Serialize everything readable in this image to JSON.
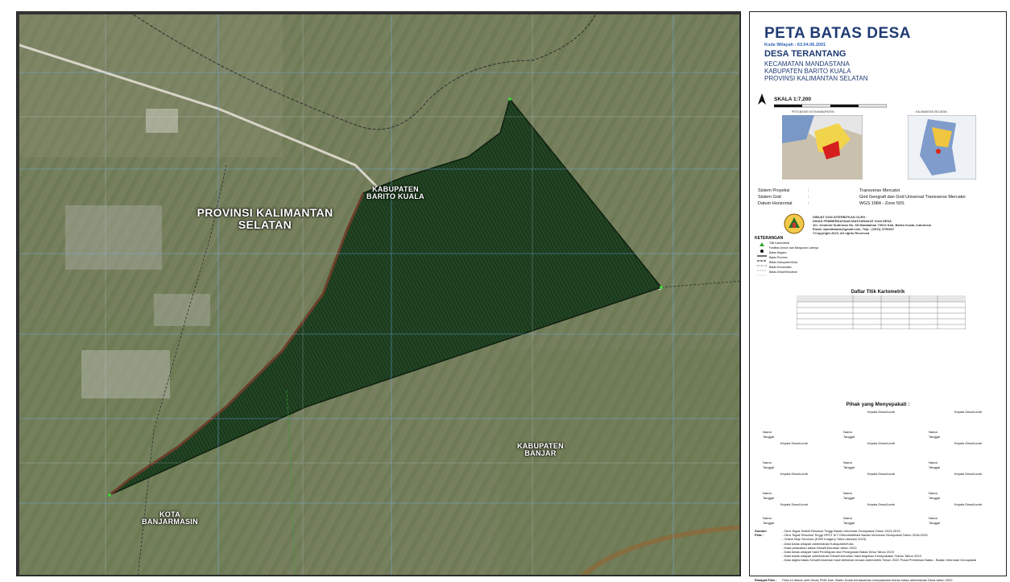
{
  "title": "PETA BATAS DESA",
  "kode_wilayah": "Kode Wilayah : 63.04.06.2001",
  "desa": "DESA TERANTANG",
  "kecamatan": "KECAMATAN MANDASTANA",
  "kabupaten": "KABUPATEN BARITO KUALA",
  "provinsi": "PROVINSI KALIMANTAN SELATAN",
  "skala": "SKALA 1:7.200",
  "inset_labels": {
    "left": "PETA BATAS KOTA/KABUPATEN",
    "right": "KALIMANTAN SELATAN"
  },
  "projection": [
    {
      "label": "Sistem Proyeksi",
      "value": "Transverse Mercator"
    },
    {
      "label": "Sistem Grid",
      "value": "Grid Geografi dan Grid Universal Transverse Mercator"
    },
    {
      "label": "Datum Horizontal",
      "value": "WGS 1984 - Zone 50S"
    }
  ],
  "publisher": [
    "DIBUAT DAN DITERBITKAN OLEH :",
    "DINAS PEMBERDAYAAN MASYARAKAT DAN DESA",
    "Jln. Jenderal Sudirman No. 65 Marabahan 70513 Kab. Barito Kuala, Indonesia",
    "Email: dpmdbatola@gmail.com, Telp : (0511) 4799337",
    "©Copyright 2023, All rights Reserved"
  ],
  "keterangan_title": "KETERANGAN",
  "keterangan": [
    "Titik Kartometrik",
    "Fasilitas Umum dan Bangunan Lainnya",
    "Batas Negara",
    "Batas Provinsi",
    "Batas Kabupaten/Kota",
    "Batas Kecamatan",
    "Batas Desa/Kelurahan"
  ],
  "daftar_title": "Daftar Titik Kartometrik",
  "sig_heading": "Pihak yang Menyepakati :",
  "sig_role": "Kepala Desa/Lurah",
  "sig_fields": {
    "nama": "Nama",
    "tanggal": "Tanggal"
  },
  "sumber_label": "Sumber Peta :",
  "sumber": [
    "- Citra Tegak Satelit Resolusi Tinggi Badan Informasi Geospasial Tahun 2013-2019",
    "- Citra Tegak Resolusi Tinggi SPOT 6/7 Orthorektifikasi Badan Informasi Geospasial Tahun 2018-2020",
    "- Online Map Services (ESRI Imagery Tahun Akuisisi 2023)",
    "- Data batas wilayah administrasi Kabupaten/Kota",
    "- Hasil pelacakan batas Desa/Kelurahan tahun 2023",
    "- Data batas wilayah hasil Penetapan dan Penegasan Batas Desa Tahun 2023",
    "- Data batas wilayah administrasi Desa/Kelurahan hasil kegiatan Kesepakatan Teknis Tahun 2023",
    "- Data digital batas Desa/Kelurahan hasil delineasi secara kartometrik Tahun 2022 Pusat Pemetaan Batas - Badan Informasi Geospasial"
  ],
  "riwayat_label": "Riwayat Peta :",
  "riwayat": "Peta ini dibuat oleh Dinas PMD Kab. Barito Kuala berdasarkan kesepakatan teknis batas administrasi Desa tahun 2023",
  "map_labels": {
    "provinsi": "PROVINSI KALIMANTAN SELATAN",
    "kab_barito": "KABUPATEN BARITO KUALA",
    "kab_banjar": "KABUPATEN BANJAR",
    "kota_banjarmasin": "KOTA BANJARMASIN"
  },
  "colors": {
    "title": "#1f3b73",
    "boundary_fill": "#1f3d1f",
    "grid": "#6fb6ff",
    "kode": "#2e62b7"
  }
}
